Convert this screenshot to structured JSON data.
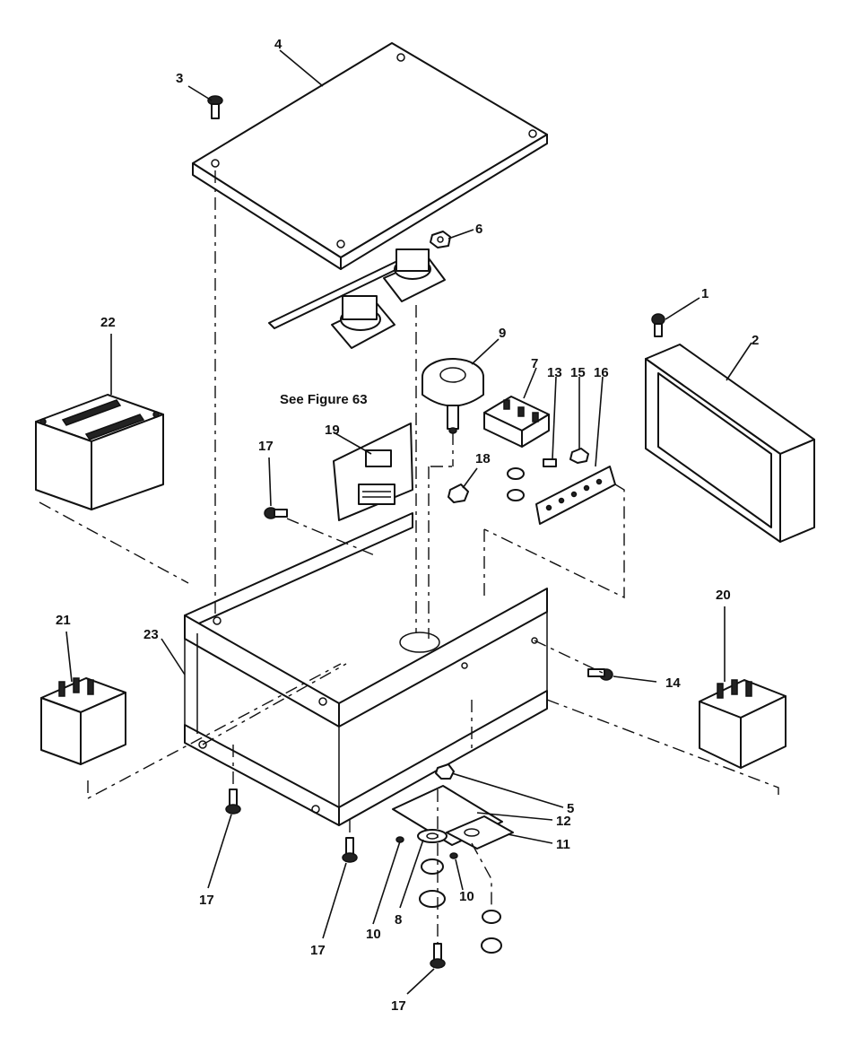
{
  "figure_reference": "See Figure 63",
  "callouts": {
    "c1": "1",
    "c2": "2",
    "c3": "3",
    "c4": "4",
    "c5": "5",
    "c6": "6",
    "c7": "7",
    "c8": "8",
    "c9": "9",
    "c10a": "10",
    "c10b": "10",
    "c11": "11",
    "c12": "12",
    "c13": "13",
    "c14": "14",
    "c15": "15",
    "c16": "16",
    "c17a": "17",
    "c17b": "17",
    "c17c": "17",
    "c17d": "17",
    "c18": "18",
    "c19": "19",
    "c20": "20",
    "c21": "21",
    "c22": "22",
    "c23": "23"
  }
}
